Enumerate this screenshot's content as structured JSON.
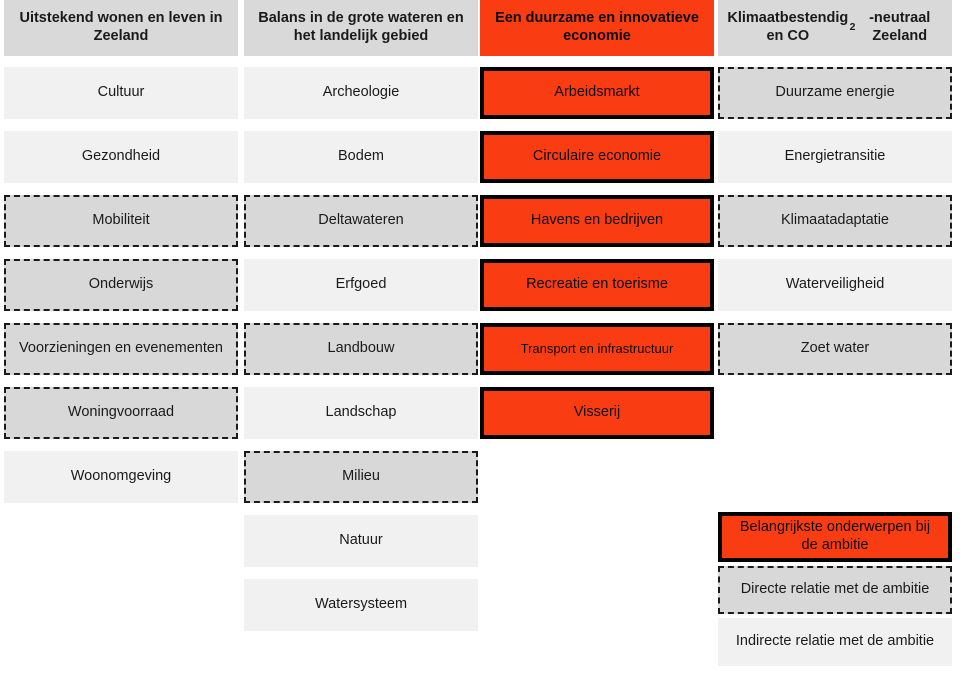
{
  "colors": {
    "accent": "#fa3c12",
    "primary_border": "#000000",
    "header_fill": "#d9d9d9",
    "direct_fill": "#d8d8d8",
    "indirect_fill": "#f1f1f1",
    "text": "#1a1a1a"
  },
  "columns": [
    {
      "id": "wonen-leven",
      "header": "Uitstekend wonen en leven in Zeeland",
      "header_style": "plain",
      "items": [
        {
          "label": "Cultuur",
          "style": "indirect"
        },
        {
          "label": "Gezondheid",
          "style": "indirect"
        },
        {
          "label": "Mobiliteit",
          "style": "direct"
        },
        {
          "label": "Onderwijs",
          "style": "direct"
        },
        {
          "label": "Voorzieningen en evenementen",
          "style": "direct"
        },
        {
          "label": "Woningvoorraad",
          "style": "direct"
        },
        {
          "label": "Woonomgeving",
          "style": "indirect"
        }
      ]
    },
    {
      "id": "balans-water-landelijk",
      "header": "Balans in de grote wateren en het landelijk gebied",
      "header_style": "plain",
      "items": [
        {
          "label": "Archeologie",
          "style": "indirect"
        },
        {
          "label": "Bodem",
          "style": "indirect"
        },
        {
          "label": "Deltawateren",
          "style": "direct"
        },
        {
          "label": "Erfgoed",
          "style": "indirect"
        },
        {
          "label": "Landbouw",
          "style": "direct"
        },
        {
          "label": "Landschap",
          "style": "indirect"
        },
        {
          "label": "Milieu",
          "style": "direct"
        },
        {
          "label": "Natuur",
          "style": "indirect"
        },
        {
          "label": "Watersysteem",
          "style": "indirect"
        }
      ]
    },
    {
      "id": "duurzame-economie",
      "header": "Een duurzame en innovatieve economie",
      "header_style": "accent",
      "items": [
        {
          "label": "Arbeidsmarkt",
          "style": "primary"
        },
        {
          "label": "Circulaire economie",
          "style": "primary"
        },
        {
          "label": "Havens en bedrijven",
          "style": "primary"
        },
        {
          "label": "Recreatie en toerisme",
          "style": "primary"
        },
        {
          "label": "Transport en infrastructuur",
          "style": "primary",
          "small": true
        },
        {
          "label": "Visserij",
          "style": "primary"
        }
      ]
    },
    {
      "id": "klimaatbestendig-co2",
      "header_html": "Klimaatbestendig en CO<sub>2</sub>-neutraal Zeeland",
      "header": "Klimaatbestendig en CO2-neutraal Zeeland",
      "header_style": "plain",
      "items": [
        {
          "label": "Duurzame energie",
          "style": "direct"
        },
        {
          "label": "Energietransitie",
          "style": "indirect"
        },
        {
          "label": "Klimaatadaptatie",
          "style": "direct"
        },
        {
          "label": "Waterveiligheid",
          "style": "indirect"
        },
        {
          "label": "Zoet water",
          "style": "direct"
        }
      ]
    }
  ],
  "legend": {
    "items": [
      {
        "label": "Belangrijkste onderwerpen bij de ambitie",
        "style": "primary"
      },
      {
        "label": "Directe relatie met de ambitie",
        "style": "direct"
      },
      {
        "label": "Indirecte relatie met de ambitie",
        "style": "indirect"
      }
    ]
  }
}
